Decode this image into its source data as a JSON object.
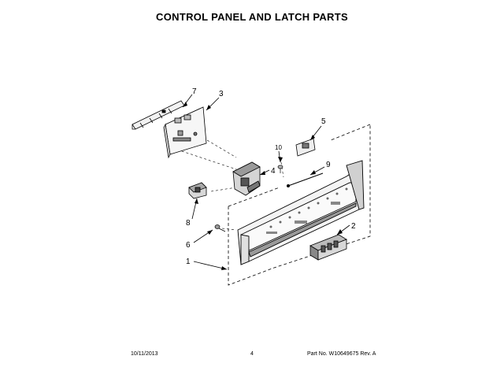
{
  "page": {
    "title": "CONTROL PANEL AND LATCH PARTS"
  },
  "callouts": [
    {
      "id": "7",
      "label": "7"
    },
    {
      "id": "3",
      "label": "3"
    },
    {
      "id": "5",
      "label": "5"
    },
    {
      "id": "10",
      "label": "10"
    },
    {
      "id": "4",
      "label": "4"
    },
    {
      "id": "9",
      "label": "9"
    },
    {
      "id": "8",
      "label": "8"
    },
    {
      "id": "2",
      "label": "2"
    },
    {
      "id": "6",
      "label": "6"
    },
    {
      "id": "1",
      "label": "1"
    }
  ],
  "footer": {
    "date": "10/11/2013",
    "page_number": "4",
    "part_info": "Part No. W10649675  Rev. A"
  }
}
